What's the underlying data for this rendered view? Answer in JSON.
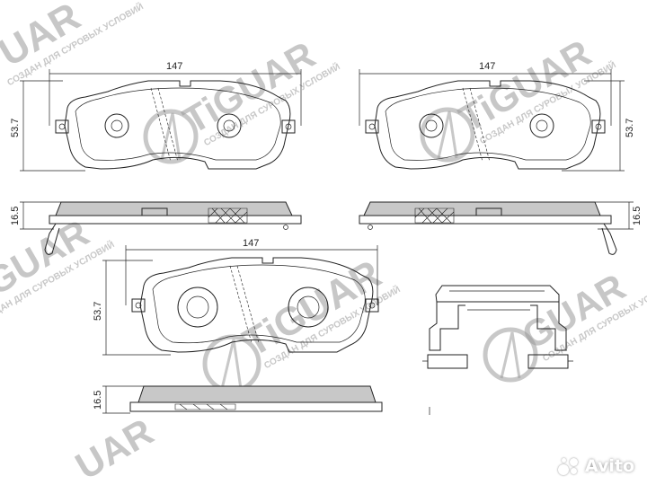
{
  "dimensions": {
    "top_left_width": "147",
    "top_left_height": "53.7",
    "top_right_width": "147",
    "top_right_height": "53.7",
    "mid_left_thickness": "16.5",
    "mid_right_thickness": "16.5",
    "bottom_width": "147",
    "bottom_height": "53.7",
    "bottom_thickness": "16.5"
  },
  "watermark": {
    "brand": "TiGUAR",
    "brand_partial_a": "GUAR",
    "brand_partial_b": "TiGUAR",
    "brand_partial_c": "UAR",
    "brand_partial_d": "TiGUAR",
    "brand_partial_e": "GUAR",
    "tagline": "СОЗДАН ДЛЯ СУРОВЫХ УСЛОВИЙ"
  },
  "badge": {
    "label": "Avito"
  },
  "colors": {
    "line": "#222222",
    "lining": "#c8c8c8",
    "watermark": "#9a9a9a",
    "background": "#ffffff"
  }
}
